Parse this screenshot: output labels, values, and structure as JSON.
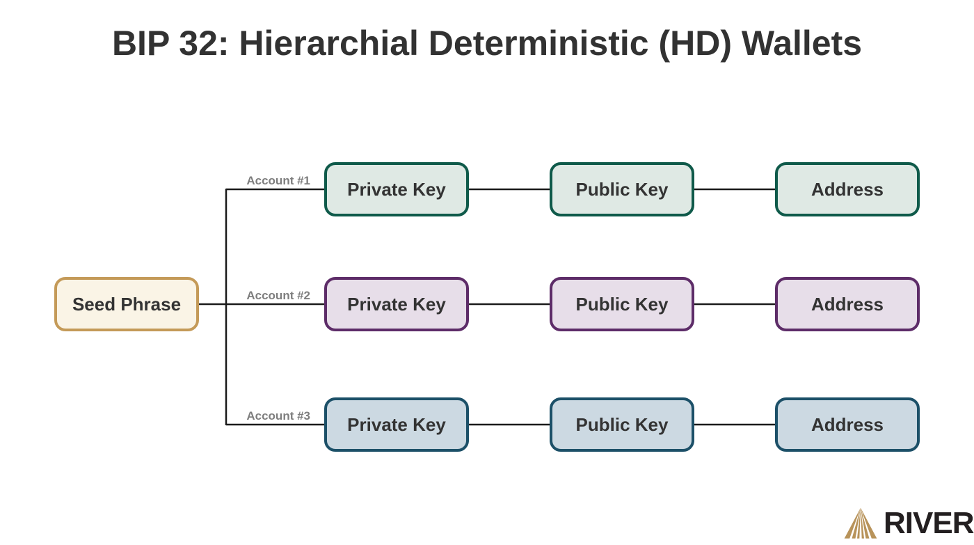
{
  "title": "BIP 32: Hierarchial Deterministic (HD) Wallets",
  "seed": {
    "label": "Seed Phrase"
  },
  "accounts": [
    {
      "label": "Account #1",
      "theme": "green",
      "nodes": [
        "Private Key",
        "Public Key",
        "Address"
      ]
    },
    {
      "label": "Account #2",
      "theme": "purple",
      "nodes": [
        "Private Key",
        "Public Key",
        "Address"
      ]
    },
    {
      "label": "Account #3",
      "theme": "blue",
      "nodes": [
        "Private Key",
        "Public Key",
        "Address"
      ]
    }
  ],
  "colors": {
    "background": "#ffffff",
    "title_text": "#323232",
    "connector_line": "#1a1a1a",
    "account_label_text": "#7e7e7e",
    "node_text": "#333333",
    "seed_fill": "#faf4e6",
    "seed_border": "#c49a58",
    "account1_fill": "#dfe9e4",
    "account1_border": "#0f5a4a",
    "account2_fill": "#e7dee9",
    "account2_border": "#5d2c68",
    "account3_fill": "#ccd9e2",
    "account3_border": "#1c5068",
    "logo_gold": "#b8935a",
    "logo_text": "#231f20"
  },
  "logo": {
    "text": "RIVER"
  }
}
